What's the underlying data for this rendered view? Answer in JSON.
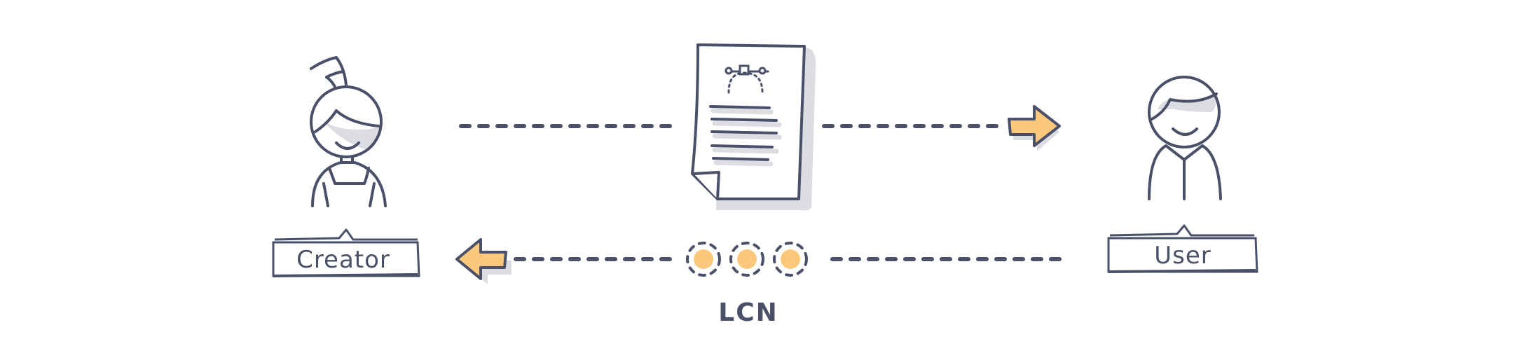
{
  "nodes": {
    "creator": {
      "label": "Creator"
    },
    "user": {
      "label": "User"
    }
  },
  "token": {
    "label": "LCN"
  },
  "colors": {
    "ink": "#4a5068",
    "accent": "#fcc97c",
    "shadow": "#dcdde3"
  }
}
